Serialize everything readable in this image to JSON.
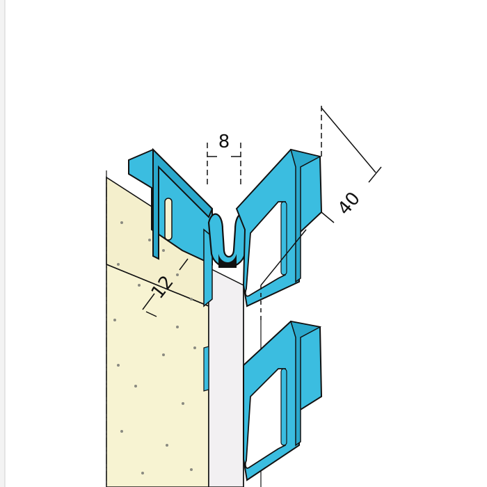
{
  "dimensions": {
    "gap": "8",
    "depth": "40",
    "plaster_thickness": "12"
  },
  "colors": {
    "profile_blue": "#3bbde0",
    "plaster": "#f7f3d2",
    "plaster_dots": "#8a8a80",
    "core_strip": "#f2f0f2",
    "outline": "#111111"
  }
}
